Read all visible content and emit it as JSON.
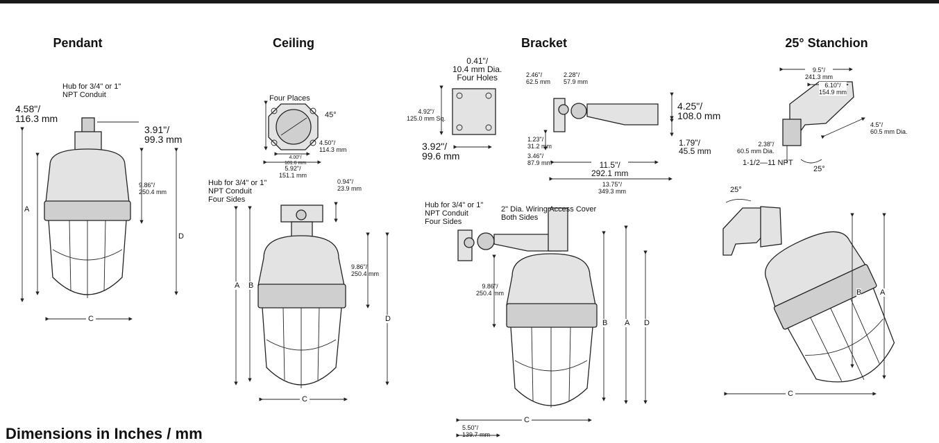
{
  "titles": {
    "pendant": "Pendant",
    "ceiling": "Ceiling",
    "bracket": "Bracket",
    "stanchion": "25° Stanchion"
  },
  "pendant": {
    "hub_note": "Hub for 3/4\" or 1\"\nNPT Conduit",
    "dim_width": "4.58\"/\n116.3 mm",
    "dim_hub": "3.91\"/\n99.3 mm",
    "dim_height": "9.86\"/\n250.4 mm",
    "letters": [
      "A",
      "C",
      "D"
    ]
  },
  "ceiling": {
    "four_places": "Four Places",
    "angle": "45°",
    "dim_bolt": "4.50\"/\n114.3 mm",
    "dim_inner": "4.00\"/\n101.6 mm",
    "dim_outer": "5.92\"/\n151.1 mm",
    "hub_note": "Hub for 3/4\" or 1\"\nNPT Conduit\nFour Sides",
    "dim_hub": "0.94\"/\n23.9 mm",
    "dim_height": "9.86\"/\n250.4 mm",
    "letters": [
      "A",
      "B",
      "C",
      "D"
    ]
  },
  "bracket": {
    "holes": "0.41\"/\n10.4 mm Dia.\nFour Holes",
    "dim_sq": "4.92\"/\n125.0 mm Sq.",
    "dim_392": "3.92\"/\n99.6 mm",
    "dim_246": "2.46\"/\n62.5 mm",
    "dim_228": "2.28\"/\n57.9 mm",
    "dim_425": "4.25\"/\n108.0 mm",
    "dim_123": "1.23\"/\n31.2 mm",
    "dim_346": "3.46\"/\n87.9 mm",
    "dim_179": "1.79\"/\n45.5 mm",
    "dim_115": "11.5\"/\n292.1 mm",
    "dim_1375": "13.75\"/\n349.3 mm",
    "hub_note": "Hub for 3/4\" or 1\"\nNPT Conduit\nFour Sides",
    "cover_note": "2\" Dia. Wiring Access Cover\nBoth Sides",
    "dim_height": "9.86\"/\n250.4 mm",
    "dim_550": "5.50\"/\n139.7 mm",
    "letters": [
      "A",
      "B",
      "C",
      "D"
    ]
  },
  "stanchion": {
    "dim_95": "9.5\"/\n241.3 mm",
    "dim_610": "6.10\"/\n154.9 mm",
    "dim_45": "4.5\"/\n60.5 mm Dia.",
    "dim_238": "2.38\"/\n60.5 mm Dia.",
    "npt": "1-1/2—11 NPT",
    "angle_small": "25°",
    "angle_big": "25°",
    "letters": [
      "A",
      "B",
      "C"
    ]
  },
  "bottom_heading": "Dimensions in Inches / mm"
}
